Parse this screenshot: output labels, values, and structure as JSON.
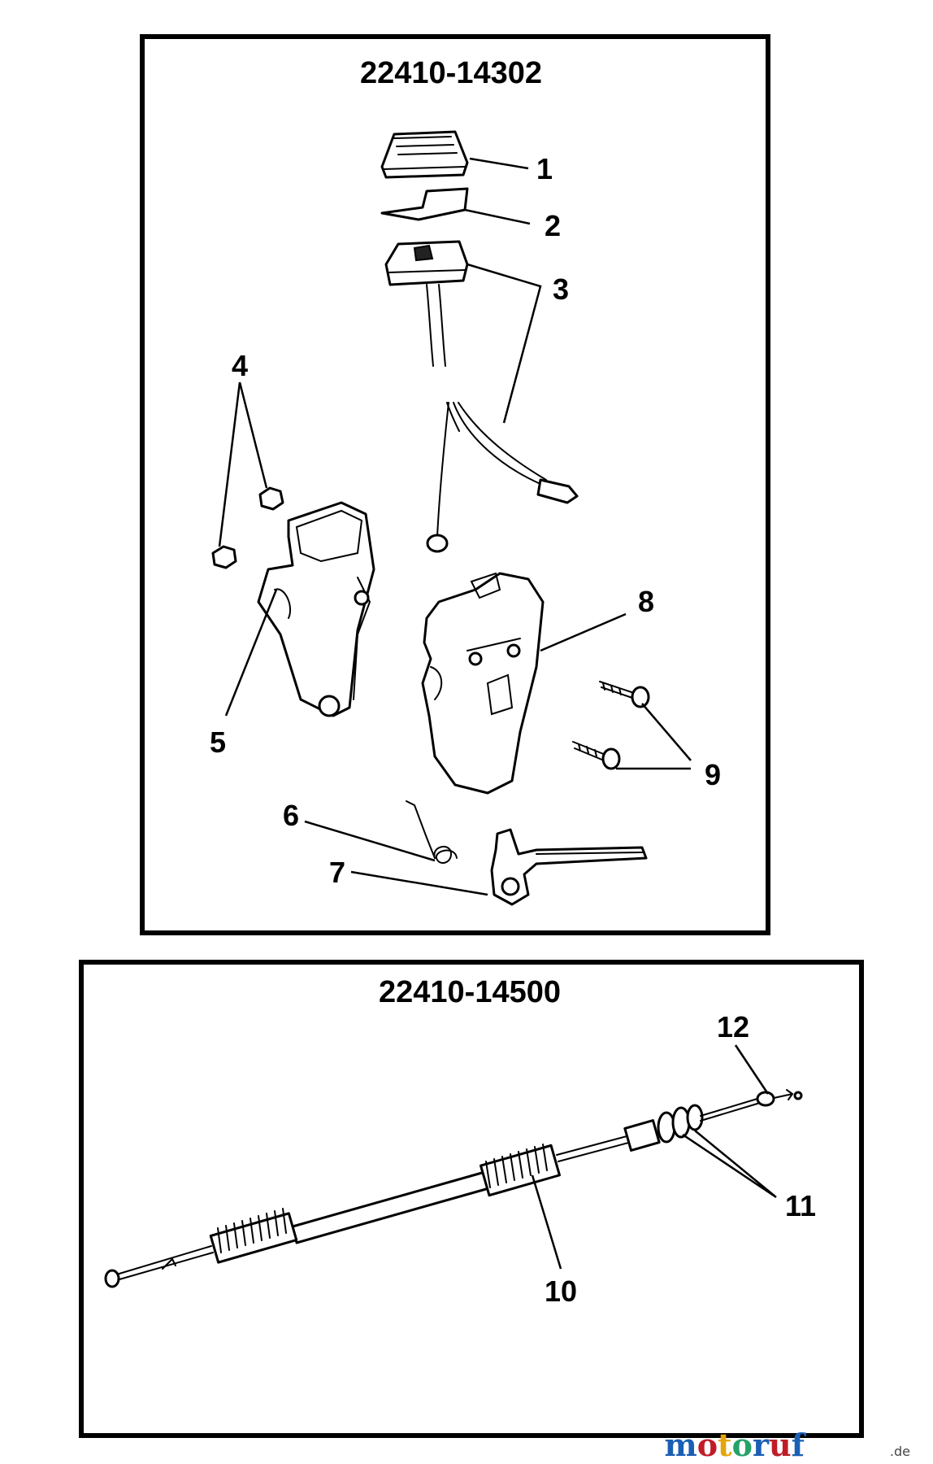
{
  "frames": [
    {
      "title": "22410-14302"
    },
    {
      "title": "22410-14500"
    }
  ],
  "callouts": [
    "1",
    "2",
    "3",
    "4",
    "5",
    "6",
    "7",
    "8",
    "9",
    "10",
    "11",
    "12"
  ],
  "watermark": {
    "text": "motoruf",
    "suffix": ".de",
    "colors": [
      "#1a5fb4",
      "#c01c28",
      "#e5a50a",
      "#26a269",
      "#1a5fb4",
      "#c01c28",
      "#1a5fb4"
    ]
  }
}
